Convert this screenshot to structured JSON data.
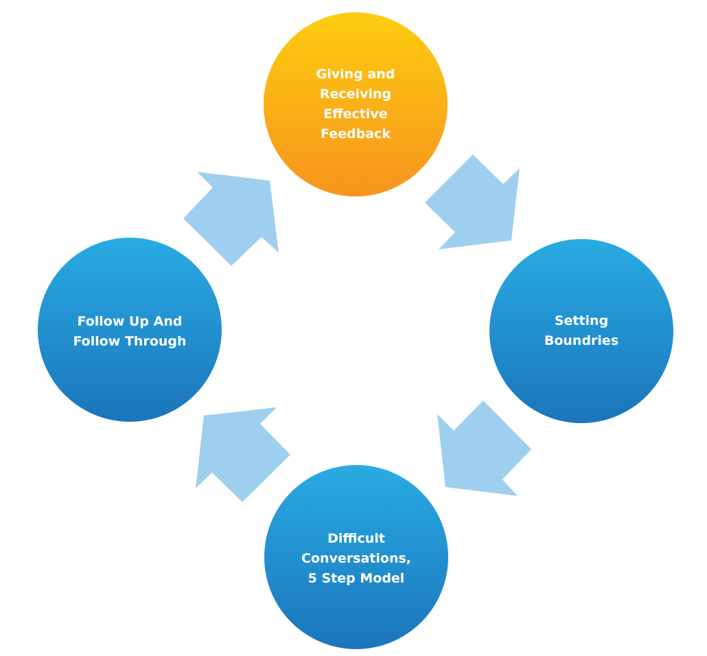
{
  "diagram": {
    "type": "cycle",
    "colors": {
      "highlight_top": "#FDCD10",
      "highlight_bottom": "#F7941E",
      "node_top": "#29ABE2",
      "node_bottom": "#1B75BB",
      "arrow": "#9FCFEF",
      "text": "#FFFFFF",
      "background": "#FFFFFF"
    },
    "nodes": [
      {
        "id": "feedback",
        "label": "Giving and\nReceiving\nEffective\nFeedback",
        "highlighted": true
      },
      {
        "id": "boundaries",
        "label": "Setting\nBoundries",
        "highlighted": false
      },
      {
        "id": "difficult",
        "label": "Difficult\nConversations,\n5 Step Model",
        "highlighted": false
      },
      {
        "id": "follow",
        "label": "Follow Up And\nFollow Through",
        "highlighted": false
      }
    ],
    "edges": [
      {
        "from": "feedback",
        "to": "boundaries",
        "icon": "arrow-down-right-icon"
      },
      {
        "from": "boundaries",
        "to": "difficult",
        "icon": "arrow-down-left-icon"
      },
      {
        "from": "difficult",
        "to": "follow",
        "icon": "arrow-up-left-icon"
      },
      {
        "from": "follow",
        "to": "feedback",
        "icon": "arrow-up-right-icon"
      }
    ]
  }
}
